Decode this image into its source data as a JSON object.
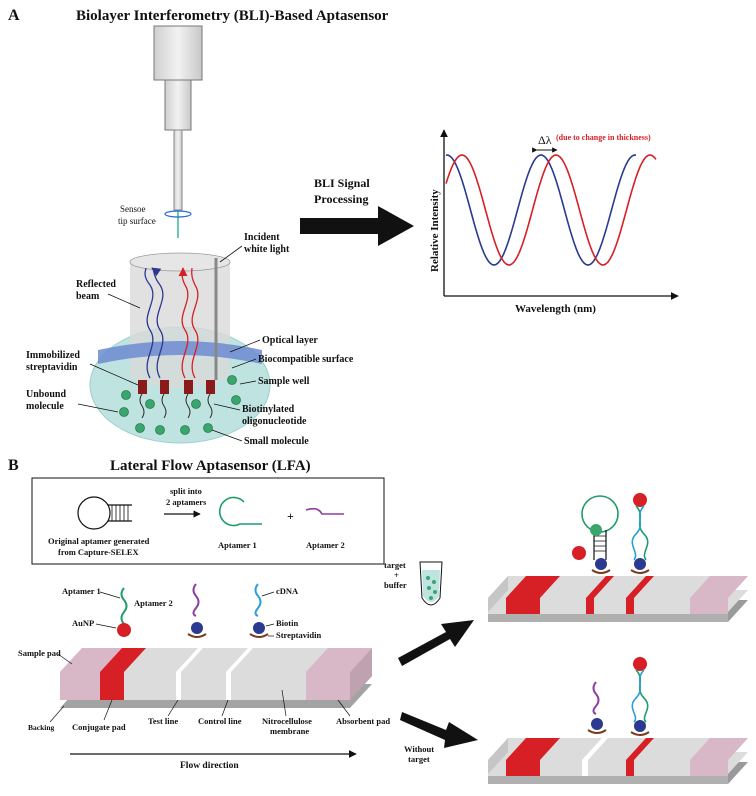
{
  "panel_a": {
    "letter": "A",
    "title": "Biolayer Interferometry (BLI)-Based Aptasensor",
    "sensor_label_1": "Sensoe",
    "sensor_label_2": "tip surface",
    "incident_1": "Incident",
    "incident_2": "white light",
    "reflected_1": "Reflected",
    "reflected_2": "beam",
    "optical_layer": "Optical layer",
    "biocompatible": "Biocompatible surface",
    "sample_well": "Sample well",
    "immobilized_1": "Immobilized",
    "immobilized_2": "streptavidin",
    "unbound_1": "Unbound",
    "unbound_2": "molecule",
    "biotinylated_1": "Biotinylated",
    "biotinylated_2": "oligonucleotide",
    "small_molecule": "Small molecule",
    "processing_1": "BLI Signal",
    "processing_2": "Processing",
    "y_axis": "Relative Intensity",
    "x_axis": "Wavelength (nm)",
    "delta": "Δλ",
    "delta_note": "(due to change in thickness)"
  },
  "panel_b": {
    "letter": "B",
    "title": "Lateral Flow Aptasensor (LFA)",
    "split_1": "split into",
    "split_2": "2 aptamers",
    "original_1": "Original aptamer generated",
    "original_2": "from Capture-SELEX",
    "aptamer1_box": "Aptamer 1",
    "plus": "+",
    "aptamer2_box": "Aptamer 2",
    "aptamer1": "Aptamer 1",
    "aptamer2": "Aptamer 2",
    "cdna": "cDNA",
    "aunp": "AuNP",
    "biotin": "Biotin",
    "streptavidin": "Streptavidin",
    "sample_pad": "Sample pad",
    "backing": "Backing",
    "conjugate_pad": "Conjugate pad",
    "test_line": "Test line",
    "control_line": "Control line",
    "nitro_1": "Nitrocellulose",
    "nitro_2": "membrane",
    "absorbent_pad": "Absorbent pad",
    "flow": "Flow direction",
    "target_1": "target",
    "target_2": "+",
    "target_3": "buffer",
    "without_1": "Without",
    "without_2": "target"
  },
  "colors": {
    "red": "#d71f26",
    "blue": "#2b3990",
    "teal": "#39b59a",
    "strip_gray": "#dcdcdc",
    "pad_pink": "#d8b7c6",
    "maroon": "#8b1a1a"
  }
}
